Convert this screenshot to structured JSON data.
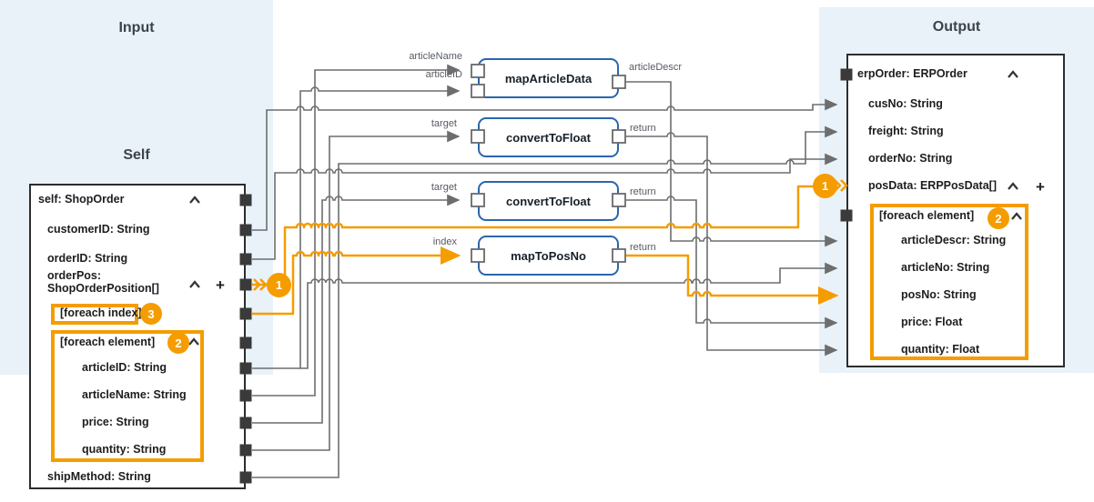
{
  "titles": {
    "input": "Input",
    "self": "Self",
    "output": "Output"
  },
  "self_panel": {
    "rows": {
      "root": "self: ShopOrder",
      "customerID": "customerID: String",
      "orderID": "orderID: String",
      "orderPos": "orderPos: ShopOrderPosition[]",
      "foreachIndex": "[foreach index]",
      "foreachElement": "[foreach element]",
      "articleID": "articleID: String",
      "articleName": "articleName: String",
      "price": "price: String",
      "quantity": "quantity: String",
      "shipMethod": "shipMethod: String"
    }
  },
  "output_panel": {
    "rows": {
      "root": "erpOrder: ERPOrder",
      "cusNo": "cusNo: String",
      "freight": "freight: String",
      "orderNo": "orderNo: String",
      "posData": "posData: ERPPosData[]",
      "foreachElement": "[foreach element]",
      "articleDescr": "articleDescr: String",
      "articleNo": "articleNo: String",
      "posNo": "posNo: String",
      "price": "price: Float",
      "quantity": "quantity: Float"
    }
  },
  "functions": {
    "f1": "mapArticleData",
    "f2": "convertToFloat",
    "f3": "convertToFloat",
    "f4": "mapToPosNo"
  },
  "port_labels": {
    "articleName": "articleName",
    "articleID": "articleID",
    "articleDescr": "articleDescr",
    "target1": "target",
    "return1": "return",
    "target2": "target",
    "return2": "return",
    "index": "index",
    "return3": "return"
  },
  "badges": {
    "array_source": "1",
    "array_target": "1",
    "self_foreach": "2",
    "output_foreach": "2",
    "foreach_index": "3"
  },
  "colors": {
    "accent_orange": "#F59C00",
    "wire_gray": "#6d6d6d",
    "panel_bg": "#E9F2F9",
    "function_border": "#2A66AD",
    "panel_border": "#2D2D2D",
    "port_fill": "#3A3A3A"
  },
  "connections": [
    {
      "from": "self.customerID",
      "to": "erpOrder.cusNo"
    },
    {
      "from": "self.orderID",
      "to": "erpOrder.orderNo"
    },
    {
      "from": "self.shipMethod",
      "to": "erpOrder.freight"
    },
    {
      "from": "self.orderPos[]",
      "to": "erpOrder.posData[]",
      "style": "array-highlight",
      "badge": "1"
    },
    {
      "from": "orderPos[foreach index]",
      "to": "mapToPosNo.index",
      "style": "highlight"
    },
    {
      "from": "mapToPosNo.return",
      "to": "posData.posNo",
      "style": "highlight"
    },
    {
      "from": "orderPos.articleID",
      "to": "mapArticleData.articleID"
    },
    {
      "from": "orderPos.articleID",
      "to": "posData.articleNo"
    },
    {
      "from": "orderPos.articleName",
      "to": "mapArticleData.articleName"
    },
    {
      "from": "mapArticleData.articleDescr",
      "to": "posData.articleDescr"
    },
    {
      "from": "orderPos.quantity",
      "to": "convertToFloat.target (top)"
    },
    {
      "from": "convertToFloat.return (top)",
      "to": "posData.quantity"
    },
    {
      "from": "orderPos.price",
      "to": "convertToFloat.target (bottom)"
    },
    {
      "from": "convertToFloat.return (bottom)",
      "to": "posData.price"
    }
  ]
}
